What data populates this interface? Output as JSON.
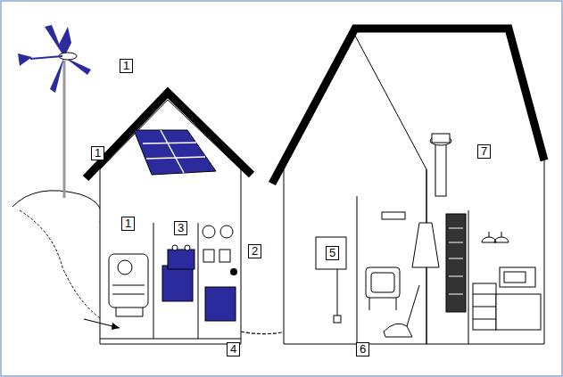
{
  "diagram": {
    "labels": [
      "1",
      "1",
      "1",
      "3",
      "2",
      "5",
      "7",
      "4",
      "6"
    ]
  }
}
